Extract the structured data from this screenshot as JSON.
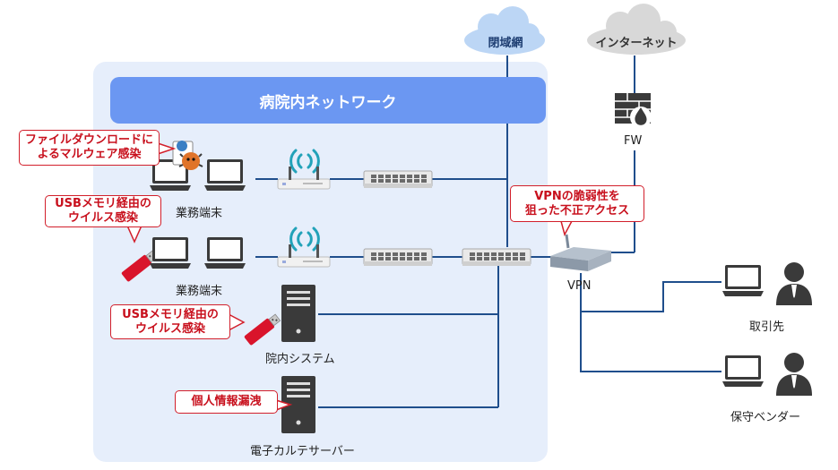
{
  "zone": {
    "title": "病院内ネットワーク"
  },
  "clouds": {
    "closed": "閉域網",
    "internet": "インターネット"
  },
  "devices": {
    "terminal1": "業務端末",
    "terminal2": "業務端末",
    "internal_system": "院内システム",
    "emr_server": "電子カルテサーバー",
    "firewall": "FW",
    "vpn": "VPN",
    "partner": "取引先",
    "vendor": "保守ベンダー"
  },
  "threats": {
    "malware_download": [
      "ファイルダウンロードに",
      "よるマルウェア感染"
    ],
    "usb_terminal": [
      "USBメモリ経由の",
      "ウイルス感染"
    ],
    "usb_system": [
      "USBメモリ経由の",
      "ウイルス感染"
    ],
    "data_leak": [
      "個人情報漏洩"
    ],
    "vpn_vuln": [
      "VPNの脆弱性を",
      "狙った不正アクセス"
    ]
  },
  "colors": {
    "zone_bg": "#e6eefb",
    "banner": "#6b97f2",
    "line": "#1f4e8c",
    "threat": "#c8101d",
    "cloud_blue": "#bcd6f5",
    "cloud_gray": "#d8d8d8"
  }
}
